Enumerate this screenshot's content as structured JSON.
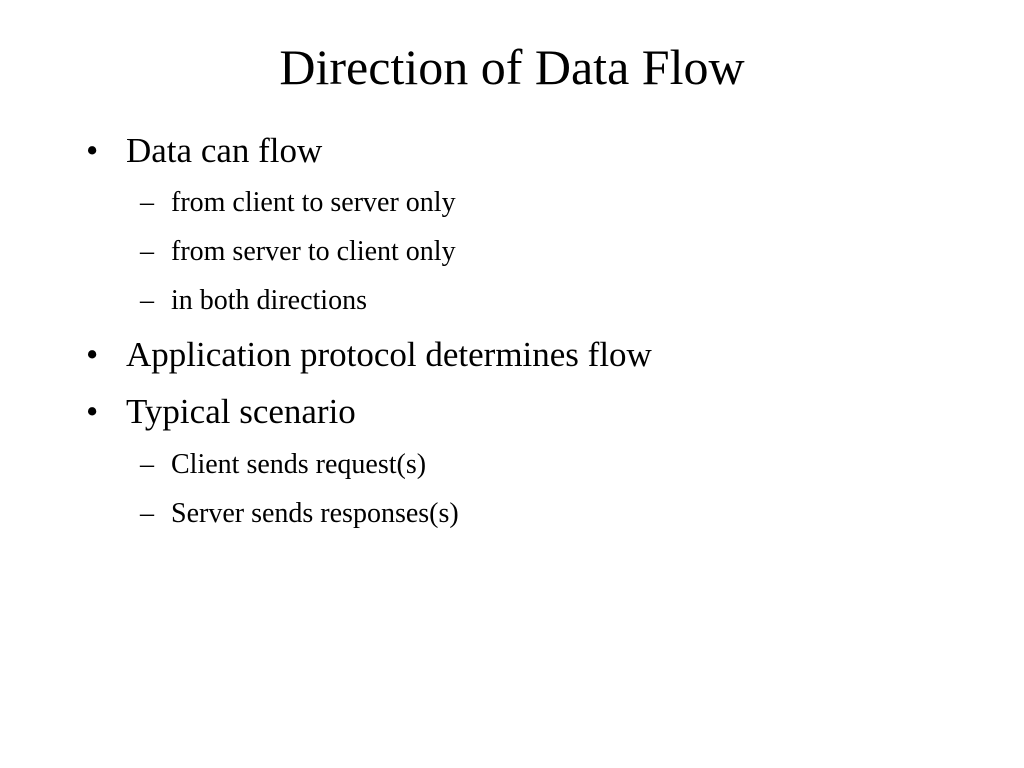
{
  "slide": {
    "title": "Direction of Data Flow",
    "bullet_glyph": "•",
    "dash_glyph": "–",
    "items": [
      {
        "text": "Data can flow",
        "subitems": [
          "from client to server only",
          "from server to client only",
          "in both directions"
        ]
      },
      {
        "text": "Application protocol determines flow",
        "subitems": []
      },
      {
        "text": "Typical scenario",
        "subitems": [
          "Client sends request(s)",
          "Server sends responses(s)"
        ]
      }
    ]
  }
}
